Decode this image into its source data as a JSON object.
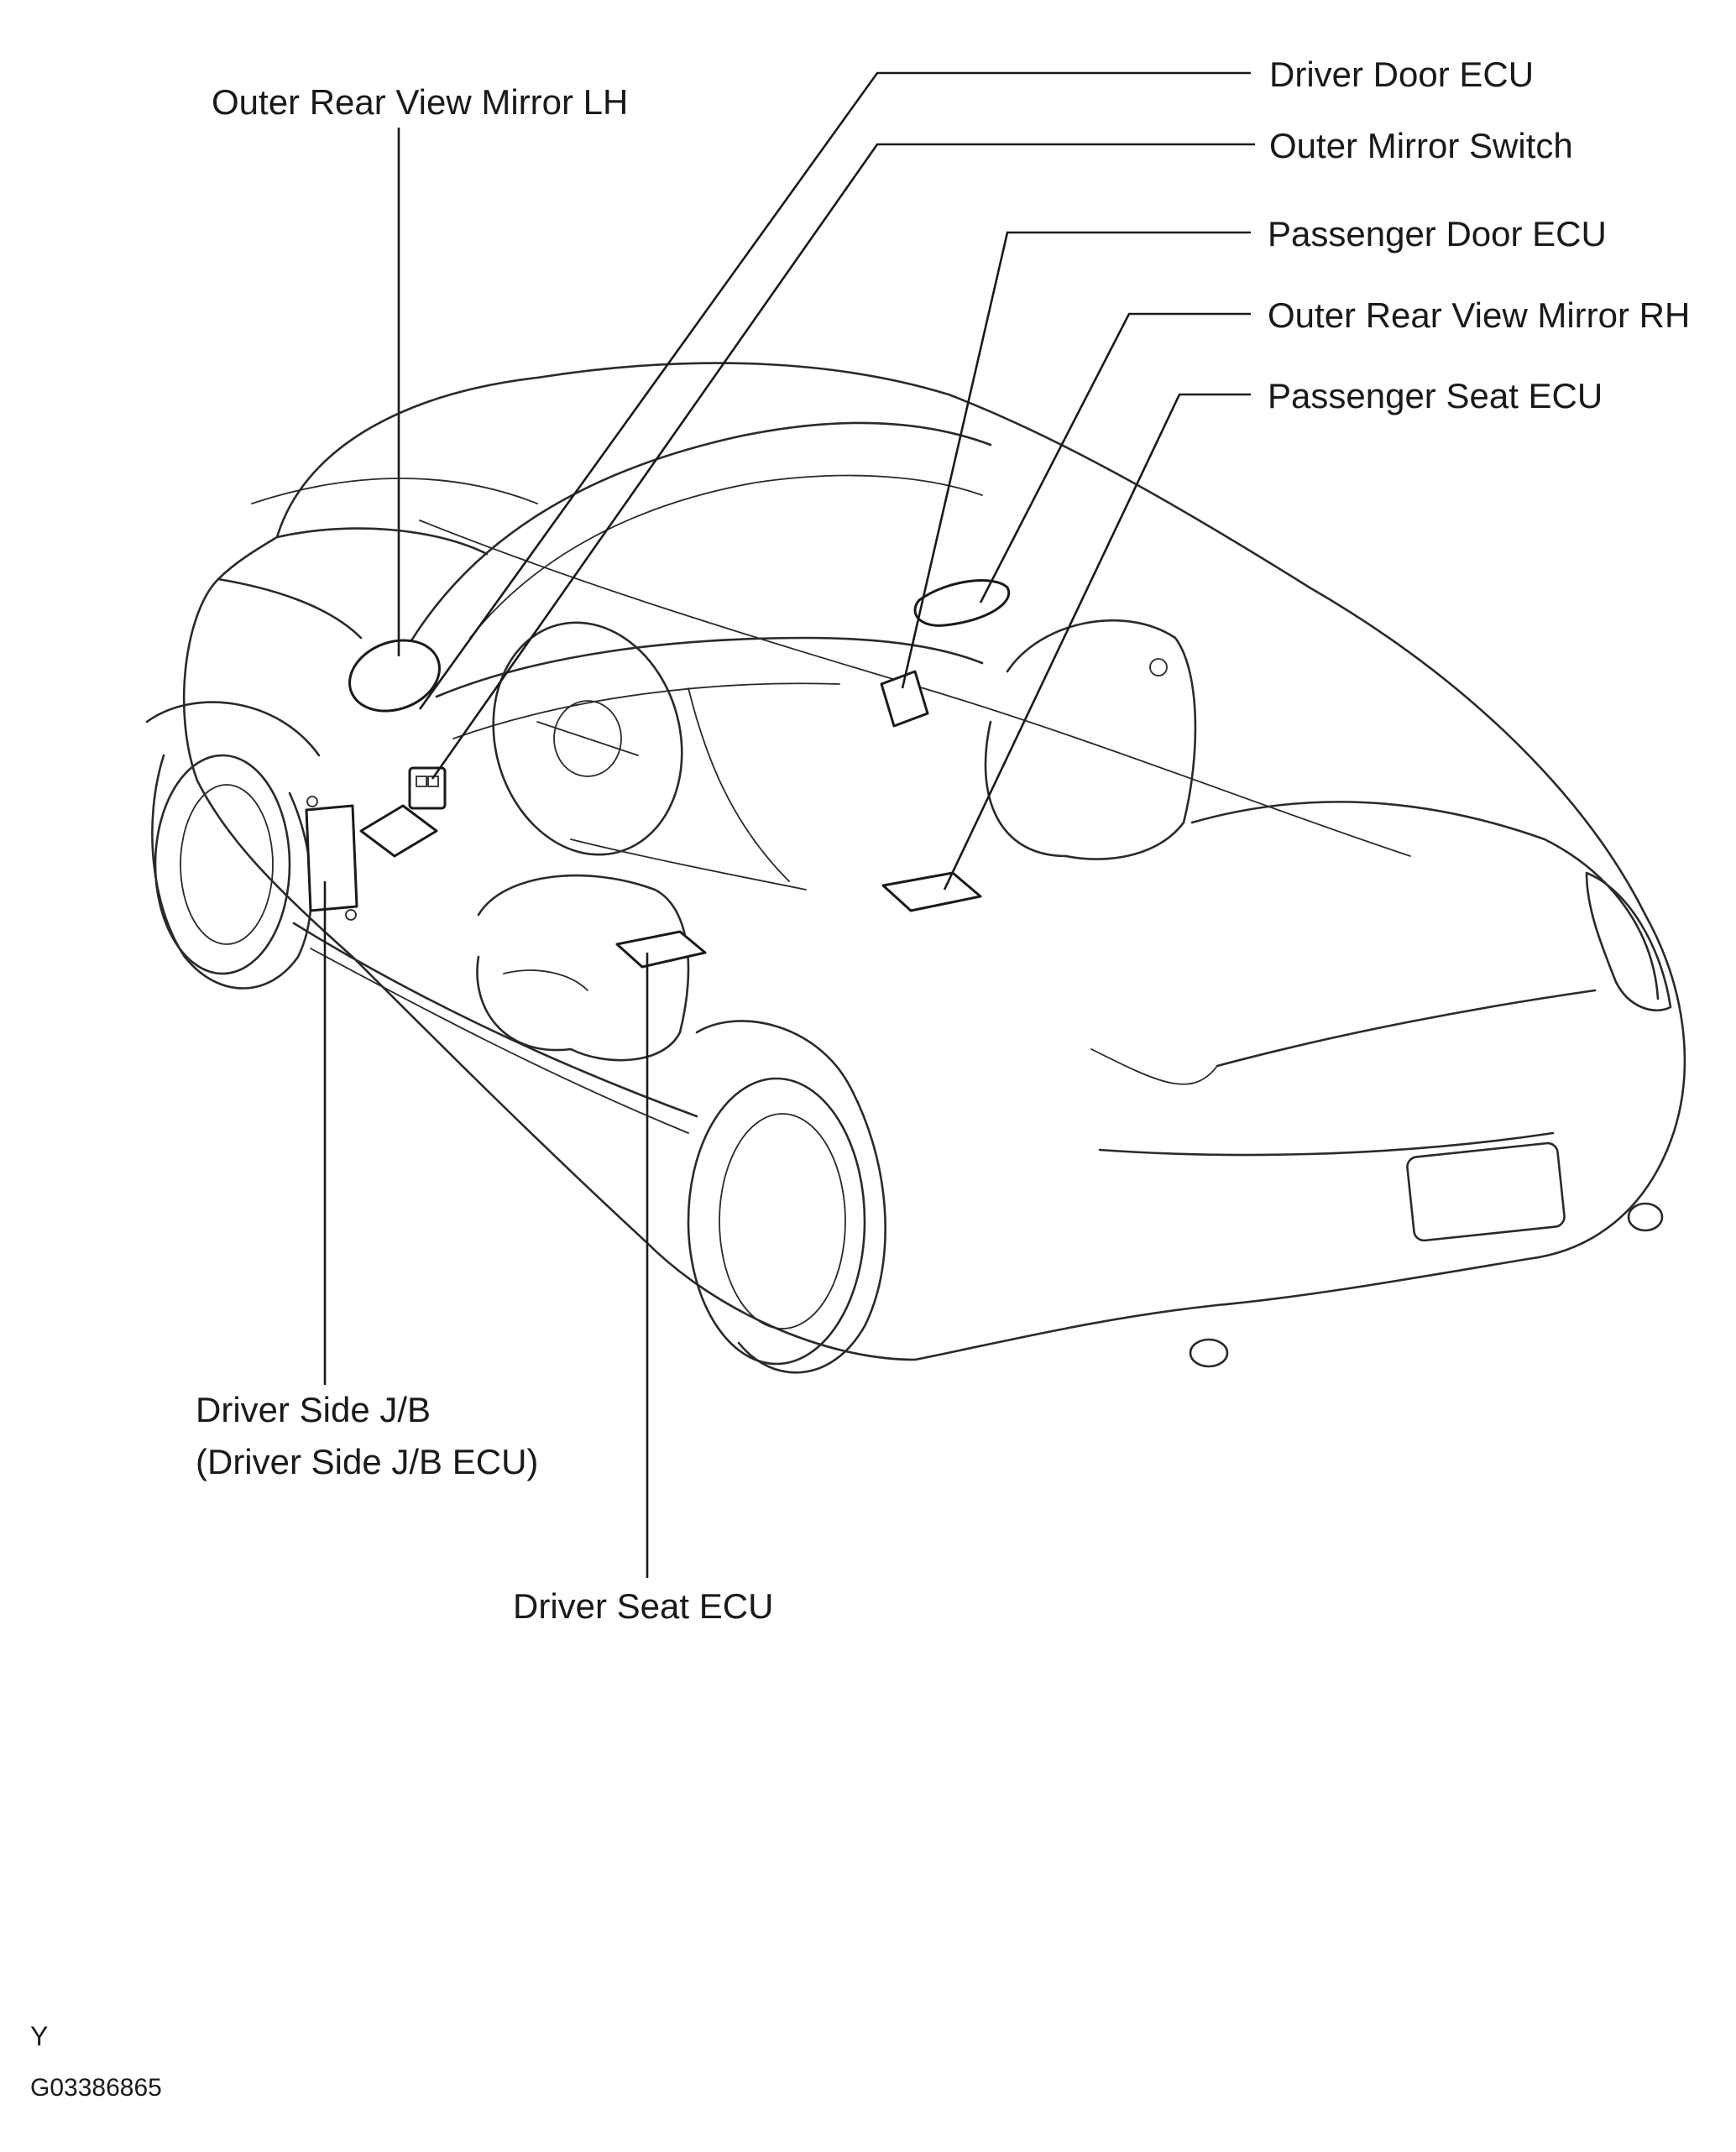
{
  "labels": {
    "driver_door_ecu": "Driver Door ECU",
    "outer_mirror_switch": "Outer Mirror Switch",
    "passenger_door_ecu": "Passenger Door ECU",
    "outer_rear_view_mirror_rh": "Outer Rear View Mirror RH",
    "passenger_seat_ecu": "Passenger Seat ECU",
    "outer_rear_view_mirror_lh": "Outer Rear View Mirror LH",
    "driver_side_jb_line1": "Driver Side J/B",
    "driver_side_jb_line2": "(Driver Side J/B ECU)",
    "driver_seat_ecu": "Driver Seat ECU"
  },
  "footer": {
    "letter": "Y",
    "figure_code": "G03386865"
  }
}
